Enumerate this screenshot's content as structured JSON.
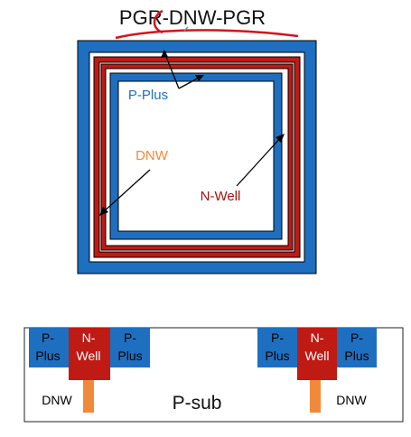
{
  "title": "PGR-DNW-PGR",
  "top_view": {
    "label_pplus": "P-Plus",
    "label_dnw": "DNW",
    "label_nwell": "N-Well"
  },
  "cross_section": {
    "label_psub": "P-sub",
    "left": {
      "pplus_left": [
        "P-",
        "Plus"
      ],
      "nwell": [
        "N-",
        "Well"
      ],
      "pplus_right": [
        "P-",
        "Plus"
      ],
      "dnw": "DNW"
    },
    "right": {
      "pplus_left": [
        "P-",
        "Plus"
      ],
      "nwell": [
        "N-",
        "Well"
      ],
      "pplus_right": [
        "P-",
        "Plus"
      ],
      "dnw": "DNW"
    }
  },
  "colors": {
    "pplus": "#1f6fc0",
    "nwell": "#c01a14",
    "dnw": "#f08a3a",
    "annotation": "#d4141c"
  }
}
